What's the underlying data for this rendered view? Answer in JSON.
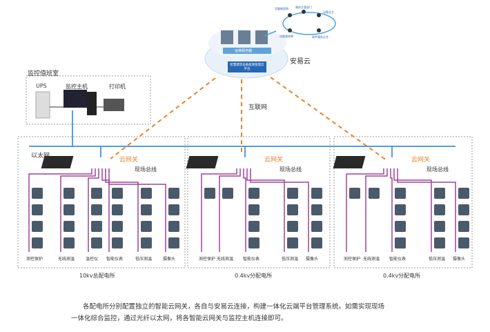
{
  "cloud": {
    "name": "安易云",
    "server_label": "运维服务器",
    "platform_label": "智慧建筑设备能源管理云平台",
    "internet_label": "互联网",
    "stakeholders": [
      "设备制造商",
      "政府主管部门",
      "设备业主",
      "设备维修商",
      "软件服务企业"
    ]
  },
  "control_room": {
    "title": "监控值班室",
    "devices": [
      "UPS",
      "监控主机",
      "打印机"
    ]
  },
  "ethernet_label": "以太网",
  "substations": [
    {
      "name": "10kv总配电所",
      "gateway_label": "云网关",
      "bus_label": "现场总线",
      "device_groups": [
        "测控保护",
        "无线测温",
        "温控仪",
        "智能仪表",
        "低压测温",
        "摄像头"
      ]
    },
    {
      "name": "0.4kv分配电所",
      "gateway_label": "云网关",
      "bus_label": "现场总线",
      "device_groups": [
        "测控保护",
        "无线测温",
        "智能仪表",
        "低压测温",
        "摄像头"
      ]
    },
    {
      "name": "0.4kv分配电所",
      "gateway_label": "云网关",
      "bus_label": "现场总线",
      "device_groups": [
        "测控保护",
        "无线测温",
        "智能仪表",
        "低压测温",
        "摄像头"
      ]
    }
  ],
  "description": {
    "line1": "各配电所分别配置独立的智能云网关，各自与安易云连接，构建一体化云端平台管理系统。如需实现现场",
    "line2": "一体化综合监控，通过光纤以太网，将各智能云网关与监控主机连接即可。"
  },
  "colors": {
    "ethernet": "#1a7fd4",
    "fieldbus": "#a0409a",
    "internet": "#e8822a",
    "dashed_box": "#999999"
  }
}
